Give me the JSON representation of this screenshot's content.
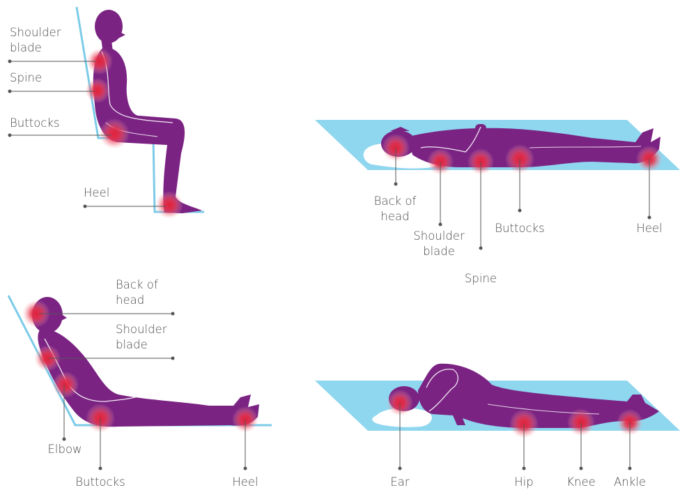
{
  "colors": {
    "body": "#7b2383",
    "surface": "#8fd6ef",
    "chair_line": "#7ccbe8",
    "leader": "#555555",
    "pressure": "#e0213a",
    "pillow": "#ffffff",
    "text": "#4a4a4a"
  },
  "panels": {
    "sitting": {
      "labels": {
        "shoulder_blade": [
          "Shoulder",
          "blade"
        ],
        "spine": "Spine",
        "buttocks": "Buttocks",
        "heel": "Heel"
      }
    },
    "supine": {
      "labels": {
        "back_of_head": [
          "Back of",
          "head"
        ],
        "shoulder_blade": [
          "Shoulder",
          "blade"
        ],
        "spine": "Spine",
        "buttocks": "Buttocks",
        "heel": "Heel"
      }
    },
    "reclining": {
      "labels": {
        "back_of_head": [
          "Back of",
          "head"
        ],
        "shoulder_blade": [
          "Shoulder",
          "blade"
        ],
        "elbow": "Elbow",
        "buttocks": "Buttocks",
        "heel": "Heel"
      }
    },
    "side_lying": {
      "labels": {
        "ear": "Ear",
        "hip": "Hip",
        "knee": "Knee",
        "ankle": "Ankle"
      }
    }
  }
}
